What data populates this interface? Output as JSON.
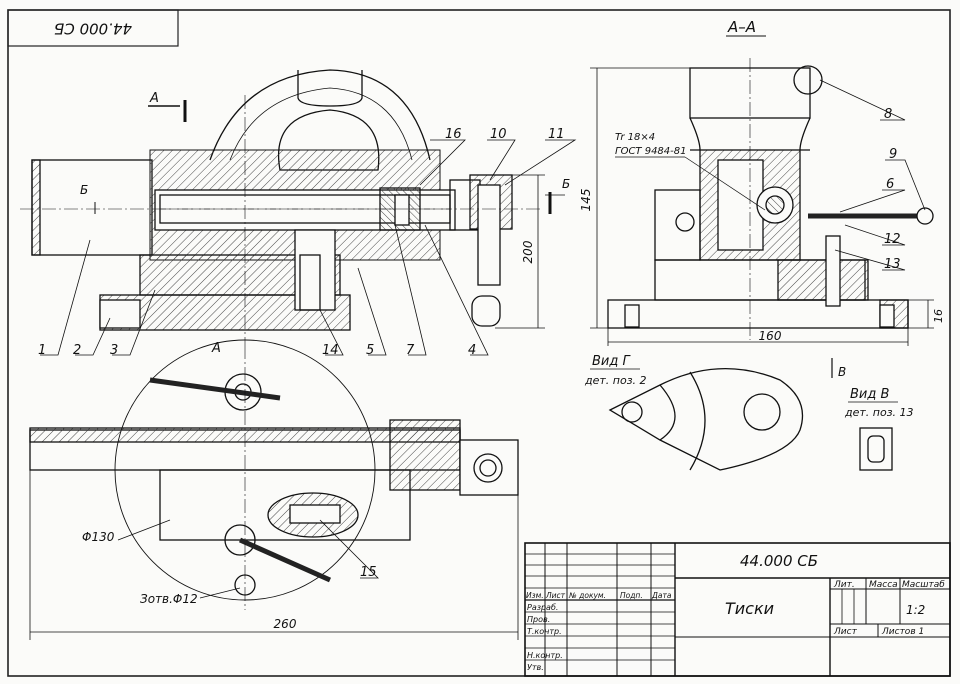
{
  "drawing": {
    "top_code_rotated": "44.000 СБ",
    "section_title": "А–А",
    "thread_note_1": "Tr 18×4",
    "thread_note_2": "ГОСТ 9484-81",
    "view_g_title": "Вид Г",
    "view_g_sub": "дет. поз. 2",
    "view_v_title": "Вид В",
    "view_v_sub": "дет. поз. 13",
    "cut_a_left": "А",
    "cut_a_bottom": "А",
    "cut_b_left": "Б",
    "cut_b_right": "Б",
    "view_b_arrow": "В",
    "dim_145": "145",
    "dim_160": "160",
    "dim_16": "16",
    "dim_200": "200",
    "dim_260": "260",
    "dim_d130": "Φ130",
    "dim_hole": "Зотв.Φ12",
    "positions": [
      "1",
      "2",
      "3",
      "4",
      "5",
      "6",
      "7",
      "8",
      "9",
      "10",
      "11",
      "12",
      "13",
      "14",
      "15",
      "16"
    ]
  },
  "title_block": {
    "code": "44.000 СБ",
    "name": "Тиски",
    "scale": "1:2",
    "col_izm": "Изм.",
    "col_list": "Лист",
    "col_doc": "№ докум.",
    "col_sign": "Подп.",
    "col_date": "Дата",
    "row_razrab": "Разраб.",
    "row_prov": "Пров.",
    "row_tkontr": "Т.контр.",
    "row_nkontr": "Н.контр.",
    "row_utv": "Утв.",
    "lit": "Лит.",
    "mass": "Масса",
    "masshtab": "Масштаб",
    "sheet": "Лист",
    "sheets": "Листов 1"
  }
}
